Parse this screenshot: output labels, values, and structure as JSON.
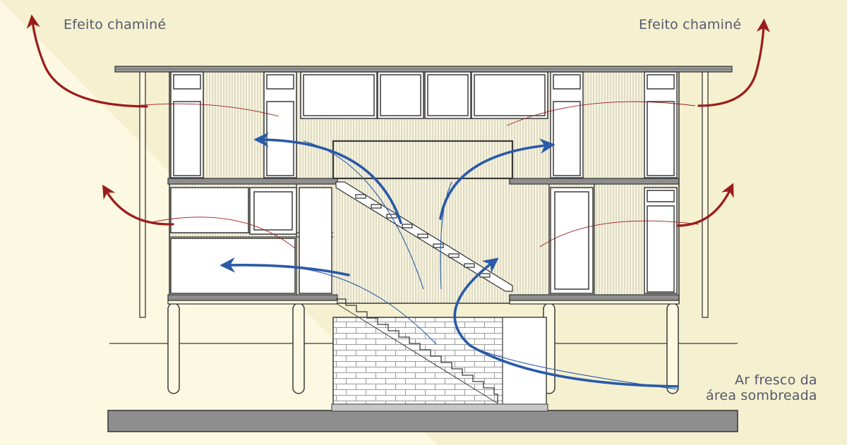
{
  "labels": {
    "chimney_left": "Efeito chaminé",
    "chimney_right": "Efeito chaminé",
    "fresh_air_line1": "Ar fresco da",
    "fresh_air_line2": "área sombreada"
  },
  "colors": {
    "background": "#fcf8e1",
    "background_shade": "#f5f0cf",
    "line": "#3a3a3a",
    "hot_air_arrow": "#9b1c1c",
    "cool_air_arrow": "#2a5aa8",
    "ground": "#8e8e8e",
    "label_text": "#555a6e"
  },
  "icons": {
    "hot_air": "red-curved-arrow-icon",
    "cool_air": "blue-curved-arrow-icon"
  }
}
